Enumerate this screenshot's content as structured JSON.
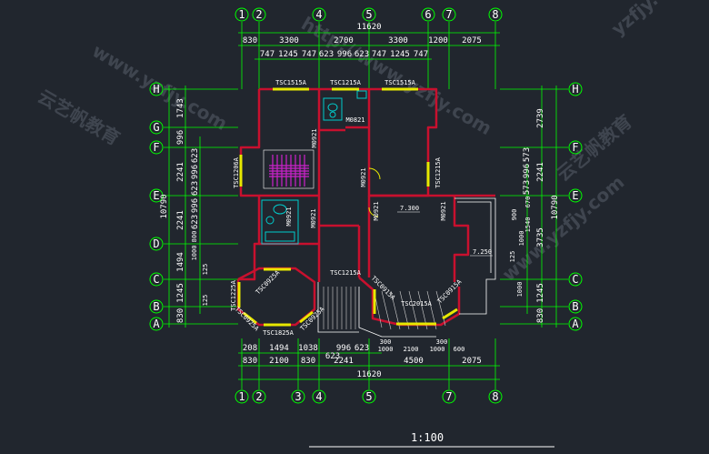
{
  "colors": {
    "background": "#21262e",
    "dimension": "#00ff00",
    "wall": "#c8102e",
    "window": "#e8e800",
    "text": "#ffffff",
    "stair": "#cc22cc",
    "fixture": "#00cccc"
  },
  "axes": {
    "top_numbers": [
      "1",
      "2",
      "4",
      "5",
      "6",
      "7",
      "8"
    ],
    "bottom_numbers": [
      "1",
      "2",
      "3",
      "4",
      "5",
      "7",
      "8"
    ],
    "left_letters": [
      "H",
      "G",
      "F",
      "E",
      "D",
      "C",
      "B",
      "A"
    ],
    "right_letters": [
      "H",
      "F",
      "E",
      "C",
      "B",
      "A"
    ]
  },
  "dims": {
    "top_total": "11620",
    "top_mid": [
      "830",
      "3300",
      "2700",
      "3300",
      "1200",
      "2075"
    ],
    "top_inner": [
      "747",
      "1245",
      "747",
      "623",
      "996",
      "623",
      "747",
      "1245",
      "747"
    ],
    "bottom_inner": [
      "208",
      "1494",
      "1038",
      "996",
      "623"
    ],
    "bottom_extra": [
      "300",
      "300",
      "1000",
      "2100",
      "1000",
      "600"
    ],
    "bottom_mid": [
      "830",
      "2100",
      "830",
      "623",
      "2241",
      "4500",
      "2075"
    ],
    "bottom_total": "11620",
    "left_outer": "10790",
    "left_mid": [
      "1743",
      "996",
      "2241",
      "2241",
      "1494",
      "1245",
      "830"
    ],
    "left_inner": [
      "623",
      "996",
      "623",
      "996",
      "623",
      "800",
      "1000",
      "125",
      "125"
    ],
    "right_outer": "10790",
    "right_mid": [
      "2739",
      "2241",
      "3735",
      "1245",
      "830"
    ],
    "right_inner": [
      "573",
      "996",
      "573",
      "670",
      "1000",
      "1540",
      "900",
      "125",
      "1000"
    ]
  },
  "labels": {
    "windows": [
      "TSC1515A",
      "TSC1215A",
      "TSC1515A",
      "TSC1206A",
      "TSC1215A",
      "TSC0925A",
      "TSC1225A",
      "TSC0925A",
      "TSC1825A",
      "TSC0925A",
      "TSC1215A",
      "TSC0915A",
      "TSC2015A",
      "TSC0915A"
    ],
    "doors": [
      "M0821",
      "M0921",
      "M0921",
      "M0921",
      "M0921",
      "M0921",
      "M0921"
    ],
    "elevations": [
      "7.300",
      "7.250"
    ]
  },
  "scale_text": "1:100",
  "watermarks": [
    "www.yzfjy.com",
    "云艺帆教育",
    "yzfjy.com",
    "云艺帆教育",
    "http://www.yzfjy.com",
    "www.yzfjy.com"
  ]
}
